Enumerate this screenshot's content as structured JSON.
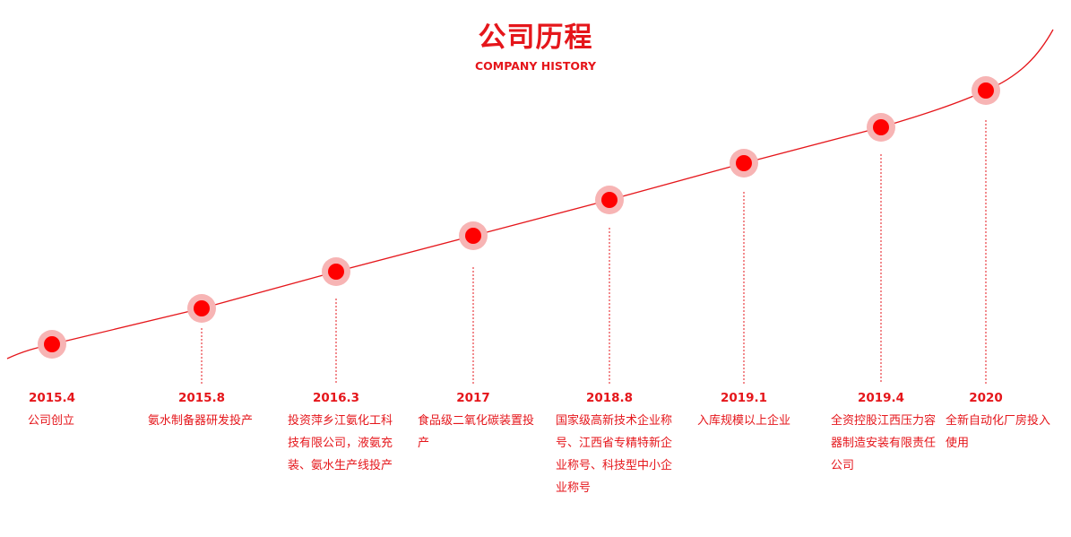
{
  "header": {
    "title": "公司历程",
    "subtitle": "COMPANY HISTORY"
  },
  "colors": {
    "accent": "#e5161b",
    "dot": "#ff0000",
    "halo": "#f7b4b4"
  },
  "events": [
    {
      "year": "2015.4",
      "desc": "公司创立"
    },
    {
      "year": "2015.8",
      "desc": "氨水制备器研发投产"
    },
    {
      "year": "2016.3",
      "desc": "投资萍乡江氨化工科技有限公司，液氨充装、氨水生产线投产"
    },
    {
      "year": "2017",
      "desc": "食品级二氧化碳装置投产"
    },
    {
      "year": "2018.8",
      "desc": "国家级高新技术企业称号、江西省专精特新企业称号、科技型中小企业称号"
    },
    {
      "year": "2019.1",
      "desc": "入库规模以上企业"
    },
    {
      "year": "2019.4",
      "desc": "全资控股江西压力容器制造安装有限责任公司"
    },
    {
      "year": "2020",
      "desc": "全新自动化厂房投入使用"
    }
  ]
}
